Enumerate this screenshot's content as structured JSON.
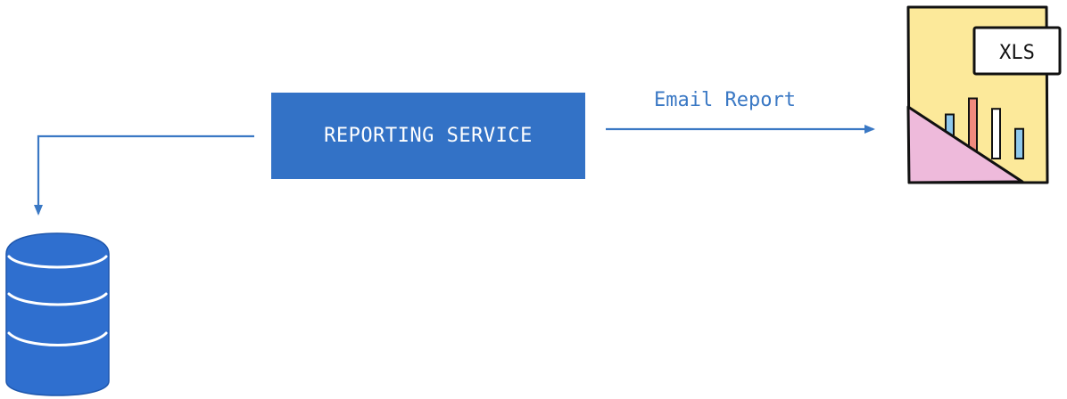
{
  "service": {
    "label": "REPORTING SERVICE"
  },
  "edges": {
    "email_label": "Email Report"
  },
  "report_file": {
    "tag": "XLS",
    "bar_levels": [
      0.55,
      0.75,
      0.62,
      0.37
    ]
  },
  "colors": {
    "accent": "#3372c6",
    "edge": "#3a78c4",
    "doc_paper": "#fce99a",
    "doc_flap": "#eebadb",
    "bar_red": "#f08a7e",
    "bar_blue": "#8ec8ec"
  },
  "icons": {
    "database": "database-icon",
    "report_file": "xls-report-icon"
  }
}
